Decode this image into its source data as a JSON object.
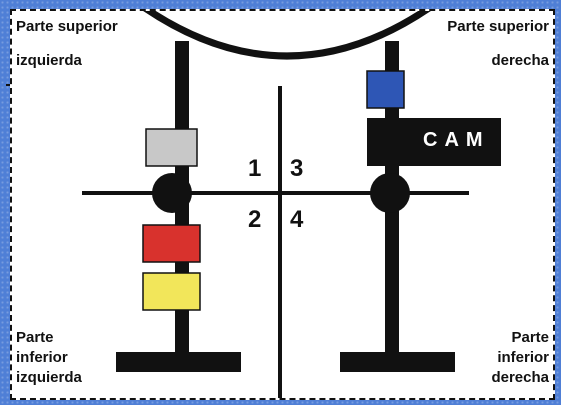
{
  "labels": {
    "top_left": [
      "Parte superior",
      "izquierda"
    ],
    "top_right": [
      "Parte superior",
      "derecha"
    ],
    "bottom_left": [
      "Parte",
      "inferior",
      "izquierda"
    ],
    "bottom_right": [
      "Parte",
      "inferior",
      "derecha"
    ]
  },
  "quadrants": [
    "1",
    "2",
    "3",
    "4"
  ],
  "camera": {
    "label": "CAM"
  },
  "colors": {
    "background": "#4f7fd6",
    "gray_block": "#c8c8c8",
    "red_block": "#d8322d",
    "yellow_block": "#f2e65a",
    "blue_block": "#2e56b5",
    "rod": "#111111"
  }
}
